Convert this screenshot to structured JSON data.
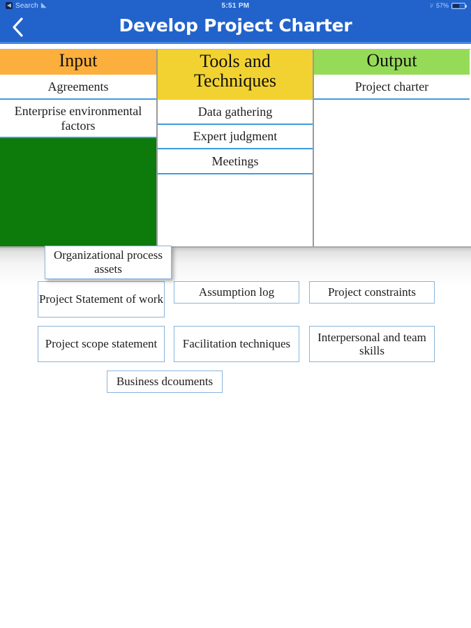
{
  "status_bar": {
    "back_app_icon": "back-app-icon",
    "back_app_label": "Search",
    "wifi_icon": "wifi-icon",
    "time": "5:51 PM",
    "bluetooth_icon": "bluetooth-icon",
    "battery_percent": "57%",
    "battery_icon": "battery-icon"
  },
  "navbar": {
    "back_icon": "chevron-left-icon",
    "title": "Develop Project Charter",
    "background_color": "#2263CB"
  },
  "matrix": {
    "columns": [
      {
        "header": "Input",
        "header_color": "#FCAF3C",
        "items": [
          "Agreements",
          "Enterprise environmental factors"
        ],
        "dropzone_color": "#0C7B0C"
      },
      {
        "header": "Tools and Techniques",
        "header_color": "#F2D230",
        "items": [
          "Data gathering",
          "Expert judgment",
          "Meetings"
        ]
      },
      {
        "header": "Output",
        "header_color": "#96DB58",
        "items": [
          "Project charter"
        ]
      }
    ]
  },
  "dropped_card": {
    "label": "Organizational process assets"
  },
  "card_bank": {
    "rows": [
      [
        {
          "label": "Project Statement of work"
        },
        {
          "label": "Assumption log"
        },
        {
          "label": "Project constraints"
        }
      ],
      [
        {
          "label": "Project scope statement"
        },
        {
          "label": "Facilitation techniques"
        },
        {
          "label": "Interpersonal and team skills"
        }
      ],
      [
        {
          "label": "Business dcouments"
        }
      ]
    ]
  }
}
